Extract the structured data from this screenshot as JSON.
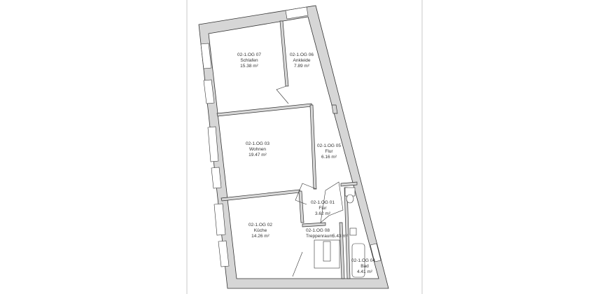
{
  "plan": {
    "rooms": [
      {
        "id": "02-1.OG 07",
        "name": "Schlafen",
        "area": "15.38 m²"
      },
      {
        "id": "02-1.OG 06",
        "name": "Ankleide",
        "area": "7.89 m²"
      },
      {
        "id": "02-1.OG 03",
        "name": "Wohnen",
        "area": "19.47 m²"
      },
      {
        "id": "02-1.OG 05",
        "name": "Flur",
        "area": "6.16 m²"
      },
      {
        "id": "02-1.OG 01",
        "name": "Flur",
        "area": "3.62 m²"
      },
      {
        "id": "02-1.OG 02",
        "name": "Küche",
        "area": "14.26 m²"
      },
      {
        "id": "02-1.OG 08",
        "name": "Treppenraum",
        "area": "5.43 m²"
      },
      {
        "id": "02-1.OG 04",
        "name": "Bad",
        "area": "4.41 m²"
      }
    ],
    "colors": {
      "wall": "#d6d6d6",
      "line": "#333333",
      "frame": "#dcdcdc"
    }
  }
}
